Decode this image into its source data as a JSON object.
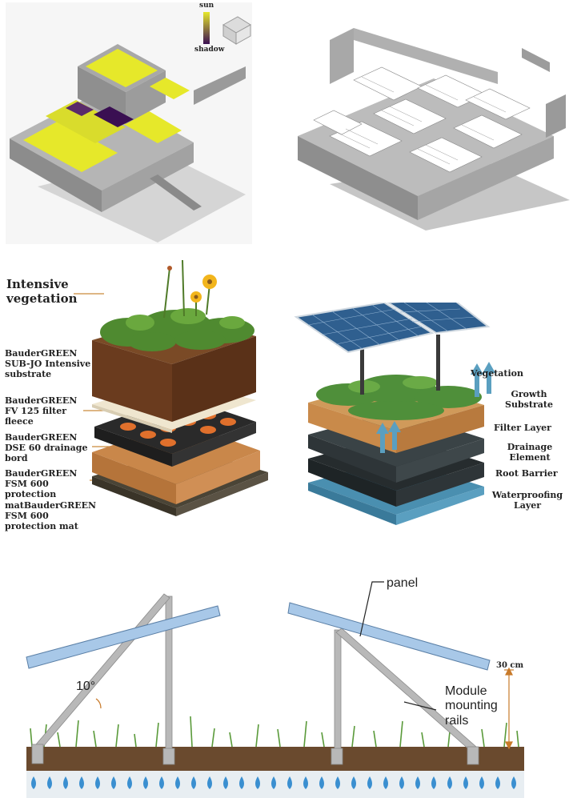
{
  "top_left": {
    "legend_sun": "sun",
    "legend_shadow": "shadow",
    "colors": {
      "sun": "#e6e82a",
      "shadow": "#3a0f52",
      "wall": "#9a9a9a"
    }
  },
  "middle_left": {
    "title": "Intensive vegetation",
    "layers": [
      "BauderGREEN SUB-JO Intensive substrate",
      "BauderGREEN FV 125 filter fleece",
      "BauderGREEN DSE 60 drainage bord",
      "BauderGREEN FSM 600 protection matBauderGREEN FSM 600 protection mat"
    ],
    "colors": {
      "leader": "#c98a3a",
      "soil": "#6a3b1e",
      "fleece": "#efe6cf",
      "drain": "#2a2a2a",
      "orange": "#e0702c",
      "mat": "#4a4436"
    }
  },
  "middle_right": {
    "labels": [
      "Vegetation",
      "Growth Substrate",
      "Filter Layer",
      "Drainage Element",
      "Root Barrier",
      "Waterproofing Layer"
    ],
    "colors": {
      "panel": "#2f5f8f",
      "arrow": "#5a9fc0",
      "substrate": "#c98a4a",
      "dark": "#2e3538",
      "water": "#4a8fb0"
    }
  },
  "bottom": {
    "panel_label": "panel",
    "angle_label": "10°",
    "height_label": "30 cm",
    "rails_label": "Module mounting rails",
    "colors": {
      "panel": "#a8c8e8",
      "frame": "#b0b0b0",
      "soil": "#6a4a2e",
      "drop": "#3a8fd0",
      "grass": "#5a9a3a",
      "measure": "#c87a2a"
    }
  }
}
